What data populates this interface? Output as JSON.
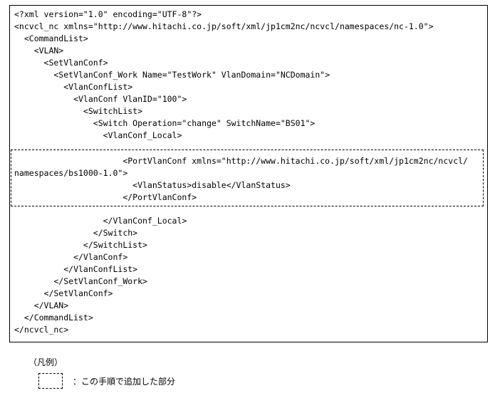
{
  "code_lines": [
    "<?xml version=\"1.0\" encoding=\"UTF-8\"?>",
    "<ncvcl_nc xmlns=\"http://www.hitachi.co.jp/soft/xml/jp1cm2nc/ncvcl/namespaces/nc-1.0\">",
    "  <CommandList>",
    "    <VLAN>",
    "      <SetVlanConf>",
    "        <SetVlanConf_Work Name=\"TestWork\" VlanDomain=\"NCDomain\">",
    "          <VlanConfList>",
    "            <VlanConf VlanID=\"100\">",
    "              <SwitchList>",
    "                <Switch Operation=\"change\" SwitchName=\"BS01\">",
    "                  <VlanConf_Local>",
    "                      <PortVlanConf xmlns=\"http://www.hitachi.co.jp/soft/xml/jp1cm2nc/ncvcl/",
    "namespaces/bs1000-1.0\">",
    "                        <VlanStatus>disable</VlanStatus>",
    "                      </PortVlanConf>",
    "                  </VlanConf_Local>",
    "                </Switch>",
    "              </SwitchList>",
    "            </VlanConf>",
    "          </VlanConfList>",
    "        </SetVlanConf_Work>",
    "      </SetVlanConf>",
    "    </VLAN>",
    "  </CommandList>",
    "</ncvcl_nc>"
  ],
  "legend": {
    "title": "（凡例）",
    "description": "：この手順で追加した部分"
  }
}
